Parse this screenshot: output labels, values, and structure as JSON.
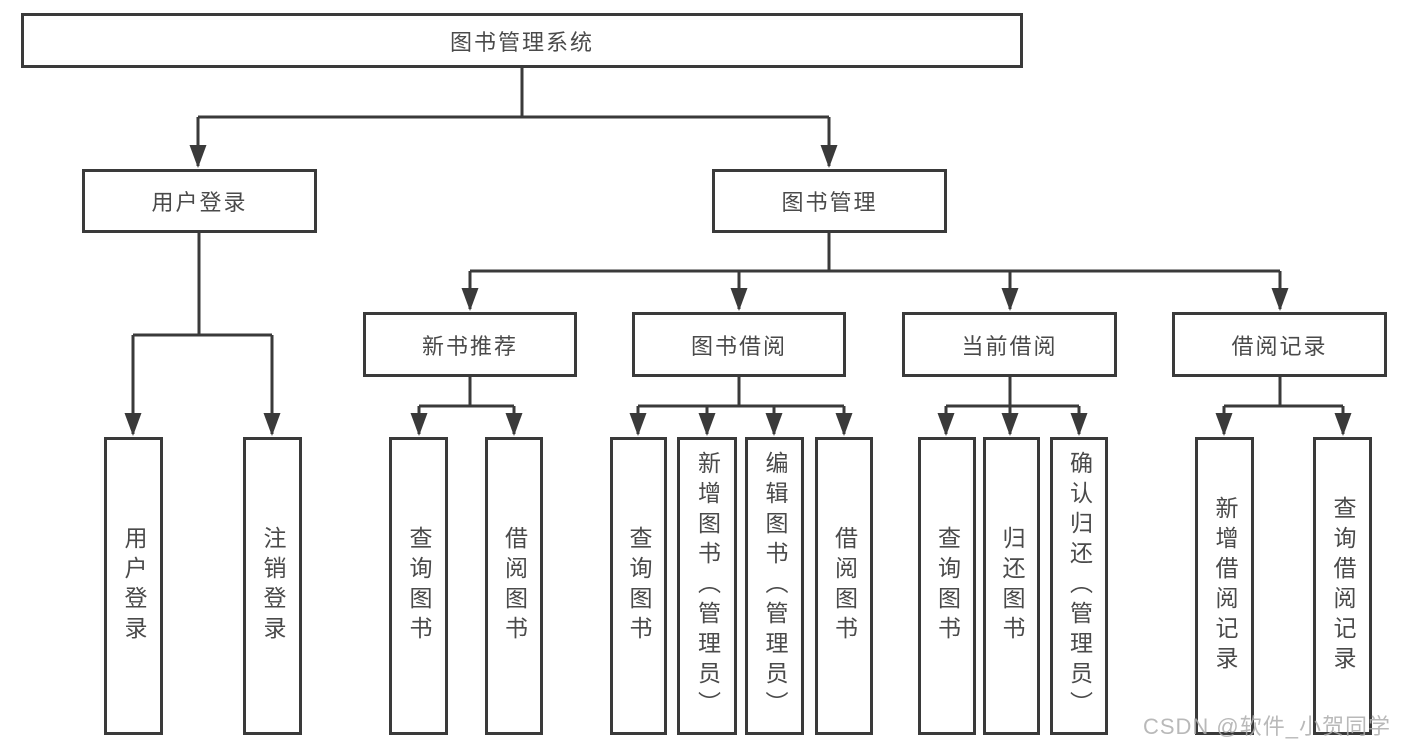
{
  "tree": {
    "label": "图书管理系统",
    "children": [
      {
        "label": "用户登录",
        "children": [
          {
            "label": "用户登录"
          },
          {
            "label": "注销登录"
          }
        ]
      },
      {
        "label": "图书管理",
        "children": [
          {
            "label": "新书推荐",
            "children": [
              {
                "label": "查询图书"
              },
              {
                "label": "借阅图书"
              }
            ]
          },
          {
            "label": "图书借阅",
            "children": [
              {
                "label": "查询图书"
              },
              {
                "label": "新增图书（管理员）"
              },
              {
                "label": "编辑图书（管理员）"
              },
              {
                "label": "借阅图书"
              }
            ]
          },
          {
            "label": "当前借阅",
            "children": [
              {
                "label": "查询图书"
              },
              {
                "label": "归还图书"
              },
              {
                "label": "确认归还（管理员）"
              }
            ]
          },
          {
            "label": "借阅记录",
            "children": [
              {
                "label": "新增借阅记录"
              },
              {
                "label": "查询借阅记录"
              }
            ]
          }
        ]
      }
    ]
  },
  "watermark": {
    "text": "CSDN @软件_小贺同学"
  },
  "colors": {
    "line": "#3a3a3a",
    "box_border": "#3a3a3a",
    "text": "#4a4a4a",
    "watermark": "#adadad",
    "background": "#ffffff"
  }
}
